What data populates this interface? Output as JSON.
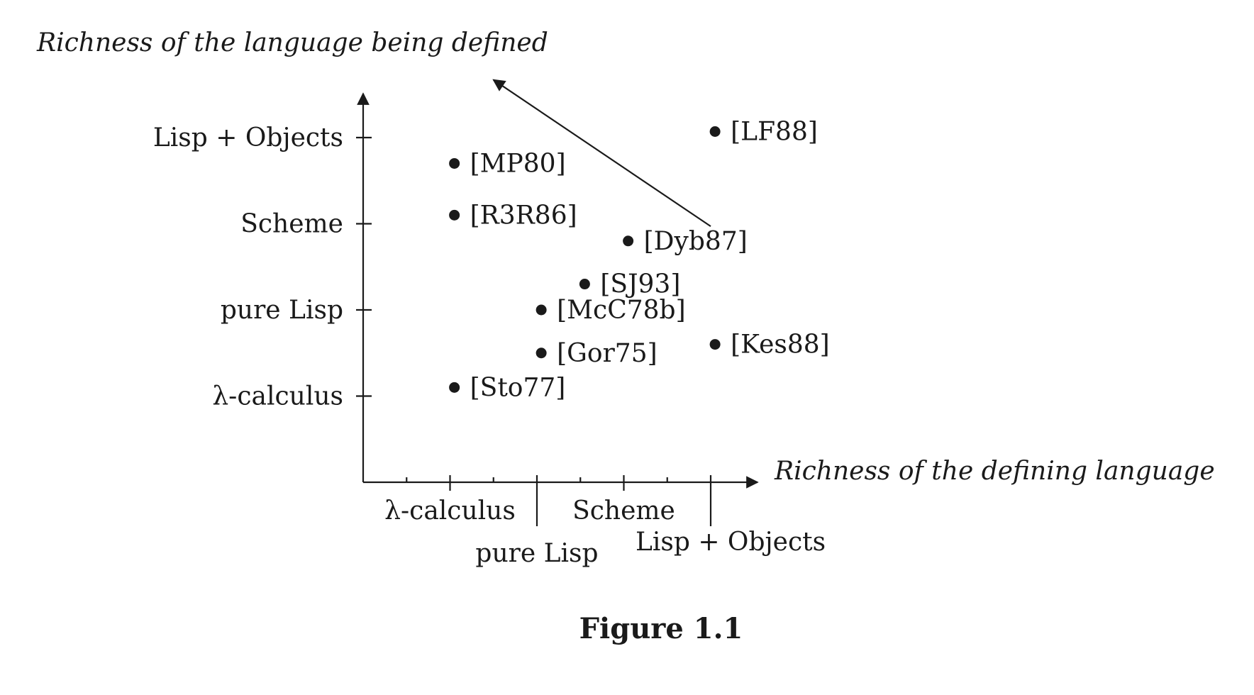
{
  "chart_data": {
    "type": "scatter",
    "xlabel": "Richness of the defining language",
    "ylabel": "Richness of the language being defined",
    "caption": "Figure 1.1",
    "x_categories": [
      "λ-calculus",
      "pure Lisp",
      "Scheme",
      "Lisp + Objects"
    ],
    "y_categories": [
      "λ-calculus",
      "pure Lisp",
      "Scheme",
      "Lisp + Objects"
    ],
    "xlim": [
      0,
      4.5
    ],
    "ylim": [
      0,
      4.5
    ],
    "points": [
      {
        "label": "[LF88]",
        "x": 4.05,
        "y": 4.07
      },
      {
        "label": "[MP80]",
        "x": 1.05,
        "y": 3.7
      },
      {
        "label": "[R3R86]",
        "x": 1.05,
        "y": 3.1
      },
      {
        "label": "[Dyb87]",
        "x": 3.05,
        "y": 2.8
      },
      {
        "label": "[SJ93]",
        "x": 2.55,
        "y": 2.3
      },
      {
        "label": "[McC78b]",
        "x": 2.05,
        "y": 2.0
      },
      {
        "label": "[Gor75]",
        "x": 2.05,
        "y": 1.5
      },
      {
        "label": "[Kes88]",
        "x": 4.05,
        "y": 1.6
      },
      {
        "label": "[Sto77]",
        "x": 1.05,
        "y": 1.1
      }
    ],
    "arrow": {
      "from": [
        4.0,
        2.97
      ],
      "to": [
        1.5,
        4.67
      ]
    },
    "grid": false,
    "legend": "none"
  }
}
